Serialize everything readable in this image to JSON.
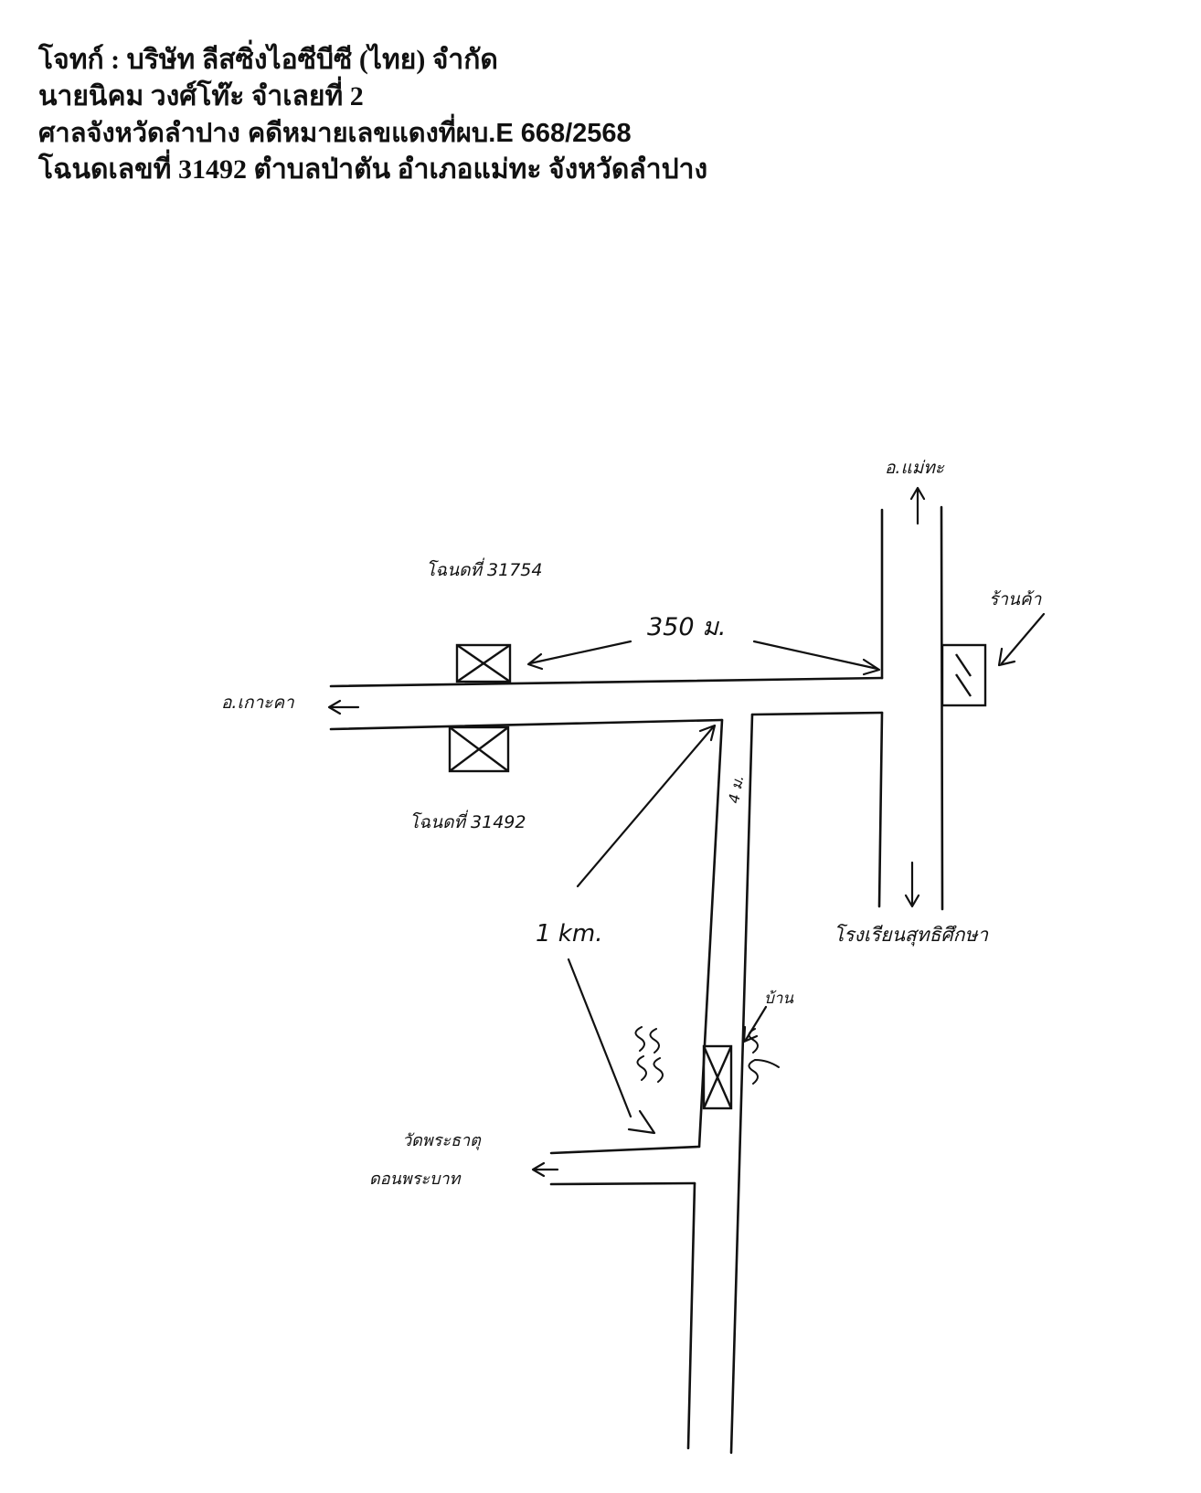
{
  "header": {
    "line1": "โจทก์ : บริษัท ลีสซิ่งไอซีบีซี (ไทย) จำกัด",
    "line2": "นายนิคม วงศ์โท๊ะ จำเลยที่ 2",
    "line3": "ศาลจังหวัดลำปาง คดีหมายเลขแดงที่ผบ.E 668/2568",
    "line4": "โฉนดเลขที่ 31492 ตำบลป่าตัน อำเภอแม่ทะ จังหวัดลำปาง"
  },
  "map": {
    "ink_color": "#111111",
    "labels": {
      "to_north": "อ.แม่ทะ",
      "to_west": "อ.เกาะคา",
      "deed_top": "โฉนดที่ 31754",
      "deed_bottom": "โฉนดที่ 31492",
      "distance_short": "350 ม.",
      "side_road": "4 ม.",
      "distance_long": "1 km.",
      "right_building": "ร้านค้า",
      "school": "โรงเรียนสุทธิศึกษา",
      "right_house": "บ้าน",
      "temple_line1": "วัดพระธาตุ",
      "temple_line2": "ดอนพระบาท"
    }
  }
}
